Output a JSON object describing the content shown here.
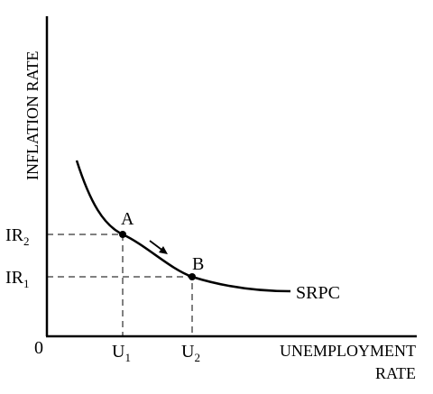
{
  "axes": {
    "y_title": "INFLATION RATE",
    "x_title_line1": "UNEMPLOYMENT",
    "x_title_line2": "RATE",
    "origin": "0"
  },
  "y_ticks": [
    {
      "base": "IR",
      "sub": "2"
    },
    {
      "base": "IR",
      "sub": "1"
    }
  ],
  "x_ticks": [
    {
      "base": "U",
      "sub": "1"
    },
    {
      "base": "U",
      "sub": "2"
    }
  ],
  "points": [
    {
      "label": "A"
    },
    {
      "label": "B"
    }
  ],
  "curve": {
    "label": "SRPC"
  },
  "colors": {
    "ink": "#000000",
    "background": "#ffffff"
  }
}
